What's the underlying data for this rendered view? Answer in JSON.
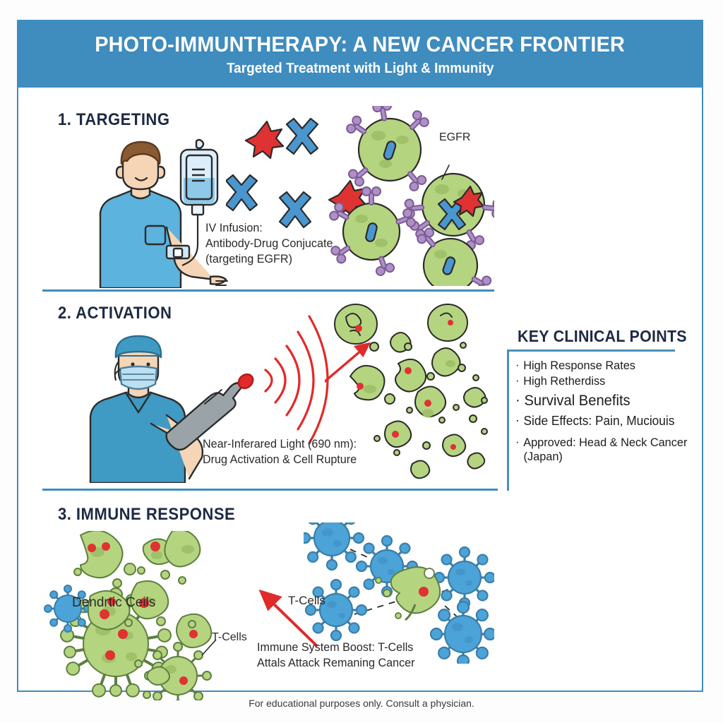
{
  "header": {
    "title": "PHOTO-IMMUNTHERAPY: A NEW CANCER FRONTIER",
    "subtitle": "Targeted Treatment with Light & Immunity"
  },
  "sections": [
    {
      "heading": "1. TARGETING",
      "caption": "IV Infusion:\nAntibody-Drug Conjucate\n(targeting EGFR)",
      "labels": [
        {
          "text": "EGFR"
        }
      ]
    },
    {
      "heading": "2. ACTIVATION",
      "caption": "Near-Inferared Light (690 nm):\nDrug Activation & Cell Rupture",
      "labels": []
    },
    {
      "heading": "3. IMMUNE RESPONSE",
      "caption": "Immune System Boost: T-Cells\nAttals Attack Remaning Cancer",
      "labels": [
        {
          "text": "Dendrtic Ceils"
        },
        {
          "text": "T-Cells"
        },
        {
          "text": "T-Cells"
        }
      ]
    }
  ],
  "key_points": {
    "title": "KEY CLINICAL POINTS",
    "items": [
      {
        "text": "High Response Rates",
        "size": 17,
        "weight": "normal"
      },
      {
        "text": "High Retherdiss",
        "size": 17,
        "weight": "normal"
      },
      {
        "text": "Survival Benefits",
        "size": 21,
        "weight": "normal"
      },
      {
        "text": "Side Effects: Pain, Muciouis",
        "size": 18,
        "weight": "normal"
      },
      {
        "text": "Approved: Head & Neck Cancer",
        "size": 17,
        "weight": "normal"
      },
      {
        "text": "(Japan)",
        "size": 17,
        "weight": "normal"
      }
    ]
  },
  "footer": {
    "text": "For educational purposes only. Consult a physician."
  },
  "colors": {
    "header_blue": "#3f8cbf",
    "accent_blue": "#4a90b8",
    "heading_navy": "#1e2a44",
    "cancer_green": "#b5d47f",
    "tcell_blue": "#4ca3d8",
    "receptor_purple": "#b08fc7",
    "star_red": "#e03232",
    "laser_red": "#e12a2a",
    "skin": "#f5d5b5",
    "shirt_blue": "#5cb3dd",
    "scrub_blue": "#3f9ac4",
    "hair_brown": "#8a5a32"
  }
}
